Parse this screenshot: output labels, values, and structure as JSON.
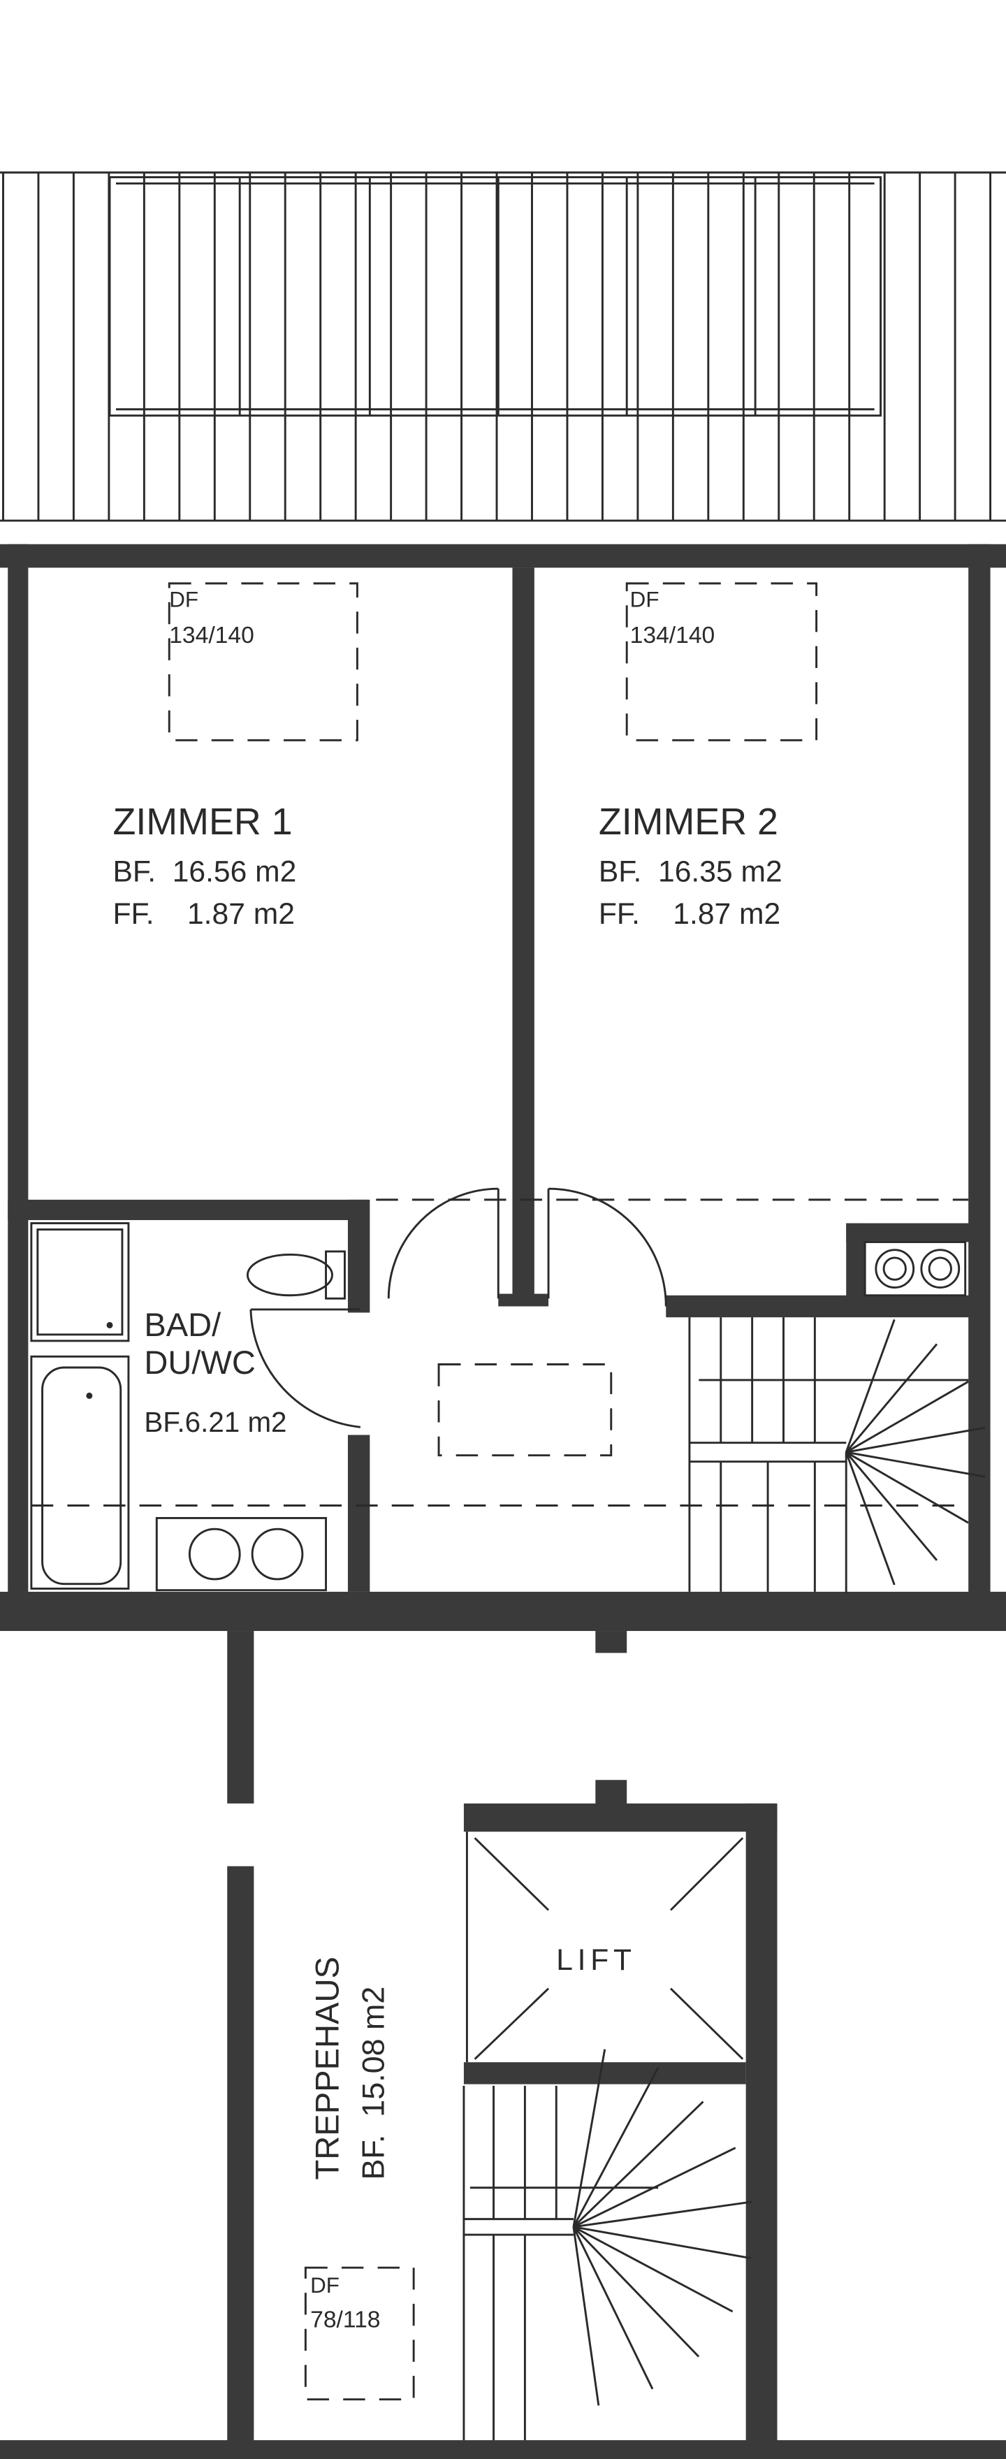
{
  "rooms": {
    "zimmer1": {
      "name": "ZIMMER 1",
      "bf": "BF.  16.56 m2",
      "ff": "FF.    1.87 m2",
      "skylight_label": "DF",
      "skylight_size": "134/140"
    },
    "zimmer2": {
      "name": "ZIMMER 2",
      "bf": "BF.  16.35 m2",
      "ff": "FF.    1.87 m2",
      "skylight_label": "DF",
      "skylight_size": "134/140"
    },
    "bad": {
      "name_line1": "BAD/",
      "name_line2": "DU/WC",
      "bf": "BF.6.21 m2"
    },
    "lift": {
      "name": "LIFT"
    },
    "treppenhaus": {
      "name": "TREPPEHAUS",
      "bf": "BF.  15.08 m2",
      "skylight_label": "DF",
      "skylight_size": "78/118"
    }
  },
  "colors": {
    "wall": "#3a3a3a",
    "line": "#2a2a2a",
    "background": "#ffffff"
  }
}
